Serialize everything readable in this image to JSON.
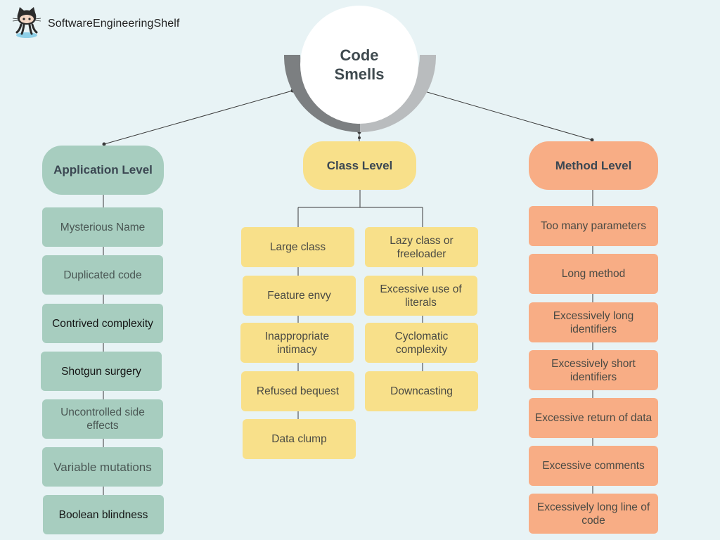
{
  "brand": {
    "name": "SoftwareEngineeringShelf",
    "logo_icon": "octocat-icon"
  },
  "hub": {
    "line1": "Code",
    "line2": "Smells"
  },
  "application": {
    "title": "Application Level",
    "items": [
      "Mysterious Name",
      "Duplicated code",
      "Contrived complexity",
      "Shotgun surgery",
      "Uncontrolled side effects",
      "Variable mutations",
      "Boolean blindness"
    ]
  },
  "class_level": {
    "title": "Class Level",
    "left": [
      "Large class",
      "Feature envy",
      "Inappropriate intimacy",
      "Refused bequest",
      "Data clump"
    ],
    "right": [
      "Lazy class or freeloader",
      "Excessive use of literals",
      "Cyclomatic complexity",
      "Downcasting"
    ]
  },
  "method": {
    "title": "Method Level",
    "items": [
      "Too many parameters",
      "Long method",
      "Excessively long identifiers",
      "Excessively short identifiers",
      "Excessive return of data",
      "Excessive comments",
      "Excessively long line of code"
    ]
  },
  "colors": {
    "background": "#e8f3f5",
    "application": "#a7cdbf",
    "class": "#f8e08a",
    "method": "#f8ad85",
    "connector": "#3a3a3a"
  }
}
